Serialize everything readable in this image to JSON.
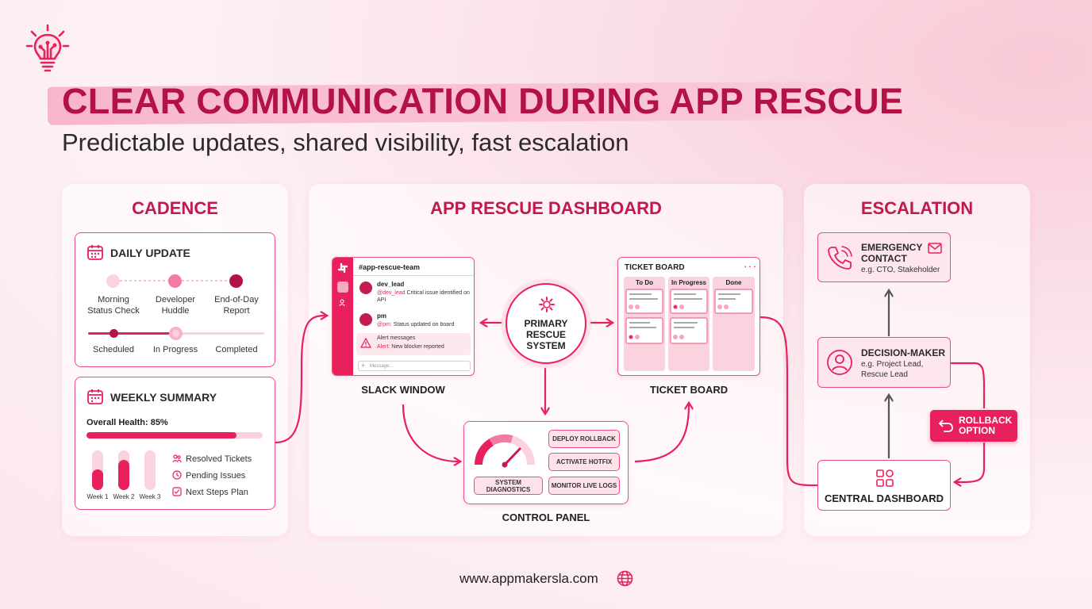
{
  "header": {
    "title": "CLEAR COMMUNICATION DURING APP RESCUE",
    "subtitle": "Predictable updates, shared visibility, fast escalation"
  },
  "cadence": {
    "title": "CADENCE",
    "daily": {
      "title": "DAILY UPDATE",
      "steps": [
        "Morning\nStatus Check",
        "Developer\nHuddle",
        "End-of-Day\nReport"
      ],
      "status": [
        "Scheduled",
        "In Progress",
        "Completed"
      ]
    },
    "weekly": {
      "title": "WEEKLY SUMMARY",
      "health_label": "Overall Health: 85%",
      "health_fraction": 0.85,
      "weeks": [
        "Week 1",
        "Week 2",
        "Week 3"
      ],
      "legend": [
        "Resolved Tickets",
        "Pending Issues",
        "Next Steps Plan"
      ]
    }
  },
  "dashboard": {
    "title": "APP RESCUE DASHBOARD",
    "slack": {
      "channel": "#app-rescue-team",
      "msg1_user": "dev_lead",
      "msg1_mention": "@dev_lead",
      "msg1_text": "Critical issue identified on API",
      "msg2_user": "pm",
      "msg2_mention": "@pm:",
      "msg2_text": "Status updated on board",
      "alert_title": "Alert messages",
      "alert_prefix": "Alert:",
      "alert_text": "New blocker reported",
      "input_placeholder": "Message...",
      "label": "SLACK WINDOW"
    },
    "center": {
      "label": "PRIMARY\nRESCUE\nSYSTEM"
    },
    "ticket": {
      "title": "TICKET BOARD",
      "columns": [
        "To Do",
        "In Progress",
        "Done"
      ],
      "label": "TICKET BOARD"
    },
    "control": {
      "buttons": [
        "DEPLOY ROLLBACK",
        "ACTIVATE HOTFIX",
        "SYSTEM DIAGNOSTICS",
        "MONITOR LIVE LOGS"
      ],
      "label": "CONTROL PANEL"
    }
  },
  "escalation": {
    "title": "ESCALATION",
    "emergency": {
      "title": "EMERGENCY\nCONTACT",
      "sub": "e.g. CTO, Stakeholder"
    },
    "decision": {
      "title": "DECISION-MAKER",
      "sub": "e.g. Project Lead,\nRescue Lead"
    },
    "rollback": "ROLLBACK\nOPTION",
    "central": "CENTRAL DASHBOARD"
  },
  "footer": {
    "url": "www.appmakersla.com"
  },
  "colors": {
    "accent": "#e8205c",
    "title": "#b31246",
    "light": "#fde2ea"
  }
}
